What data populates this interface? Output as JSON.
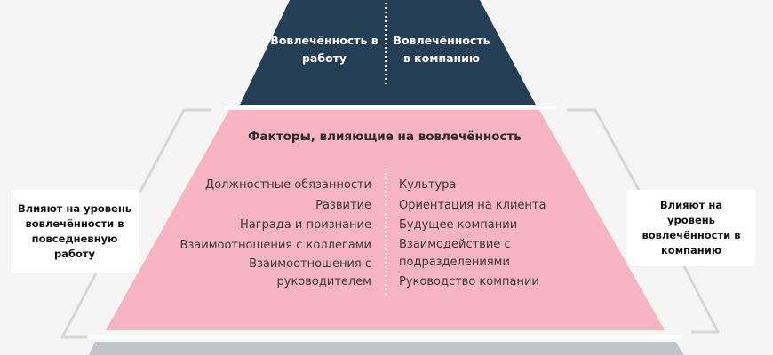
{
  "colors": {
    "navy": "#243f55",
    "pink": "#f5b3c3",
    "grey": "#c3c3cc",
    "bracket": "#d6d6d6"
  },
  "top": {
    "left_label": "Вовлечённость в работу",
    "right_label": "Вовлечённость в компанию"
  },
  "middle": {
    "title": "Факторы, влияющие на вовлечённость",
    "left_items": [
      "Должностные обязанности",
      "Развитие",
      "Награда и признание",
      "Взаимоотношения с коллегами",
      "Взаимоотношения с руководителем"
    ],
    "right_items": [
      "Культура",
      "Ориентация на клиента",
      "Будущее компании",
      "Взаимодействие с подразделениями",
      "Руководство компании"
    ]
  },
  "side": {
    "left_note": "Влияют на уровень вовлечённости в повседневную работу",
    "right_note": "Влияют на уровень вовлечённости в компанию"
  }
}
